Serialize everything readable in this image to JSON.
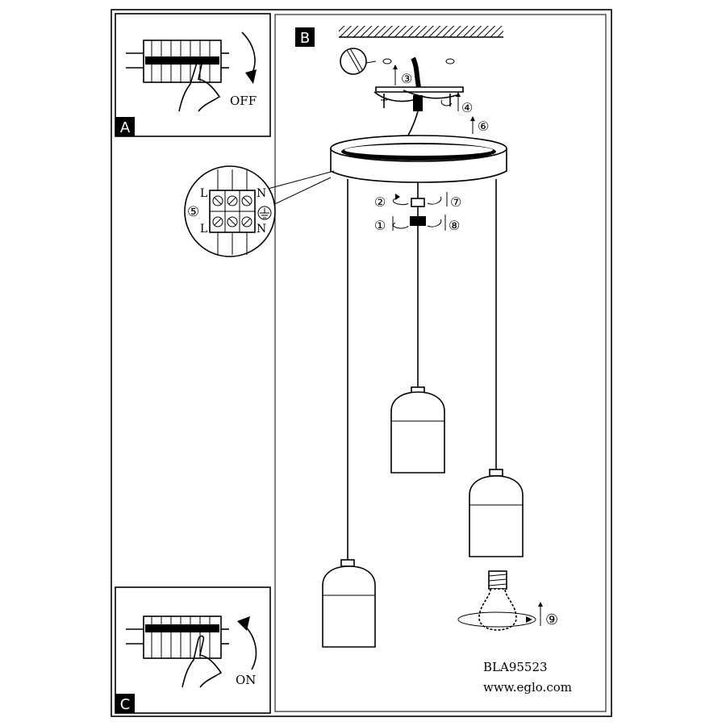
{
  "panels": {
    "a": {
      "label": "A",
      "switch_text": "OFF"
    },
    "b": {
      "label": "B"
    },
    "c": {
      "label": "C",
      "switch_text": "ON"
    }
  },
  "steps": {
    "s1": "①",
    "s2": "②",
    "s3": "③",
    "s4": "④",
    "s5": "⑤",
    "s6": "⑥",
    "s7": "⑦",
    "s8": "⑧",
    "s9": "⑨"
  },
  "terminal": {
    "l_top": "L",
    "n_top": "N",
    "l_bottom": "L",
    "n_bottom": "N"
  },
  "footer": {
    "model": "BLA95523",
    "website": "www.eglo.com"
  }
}
